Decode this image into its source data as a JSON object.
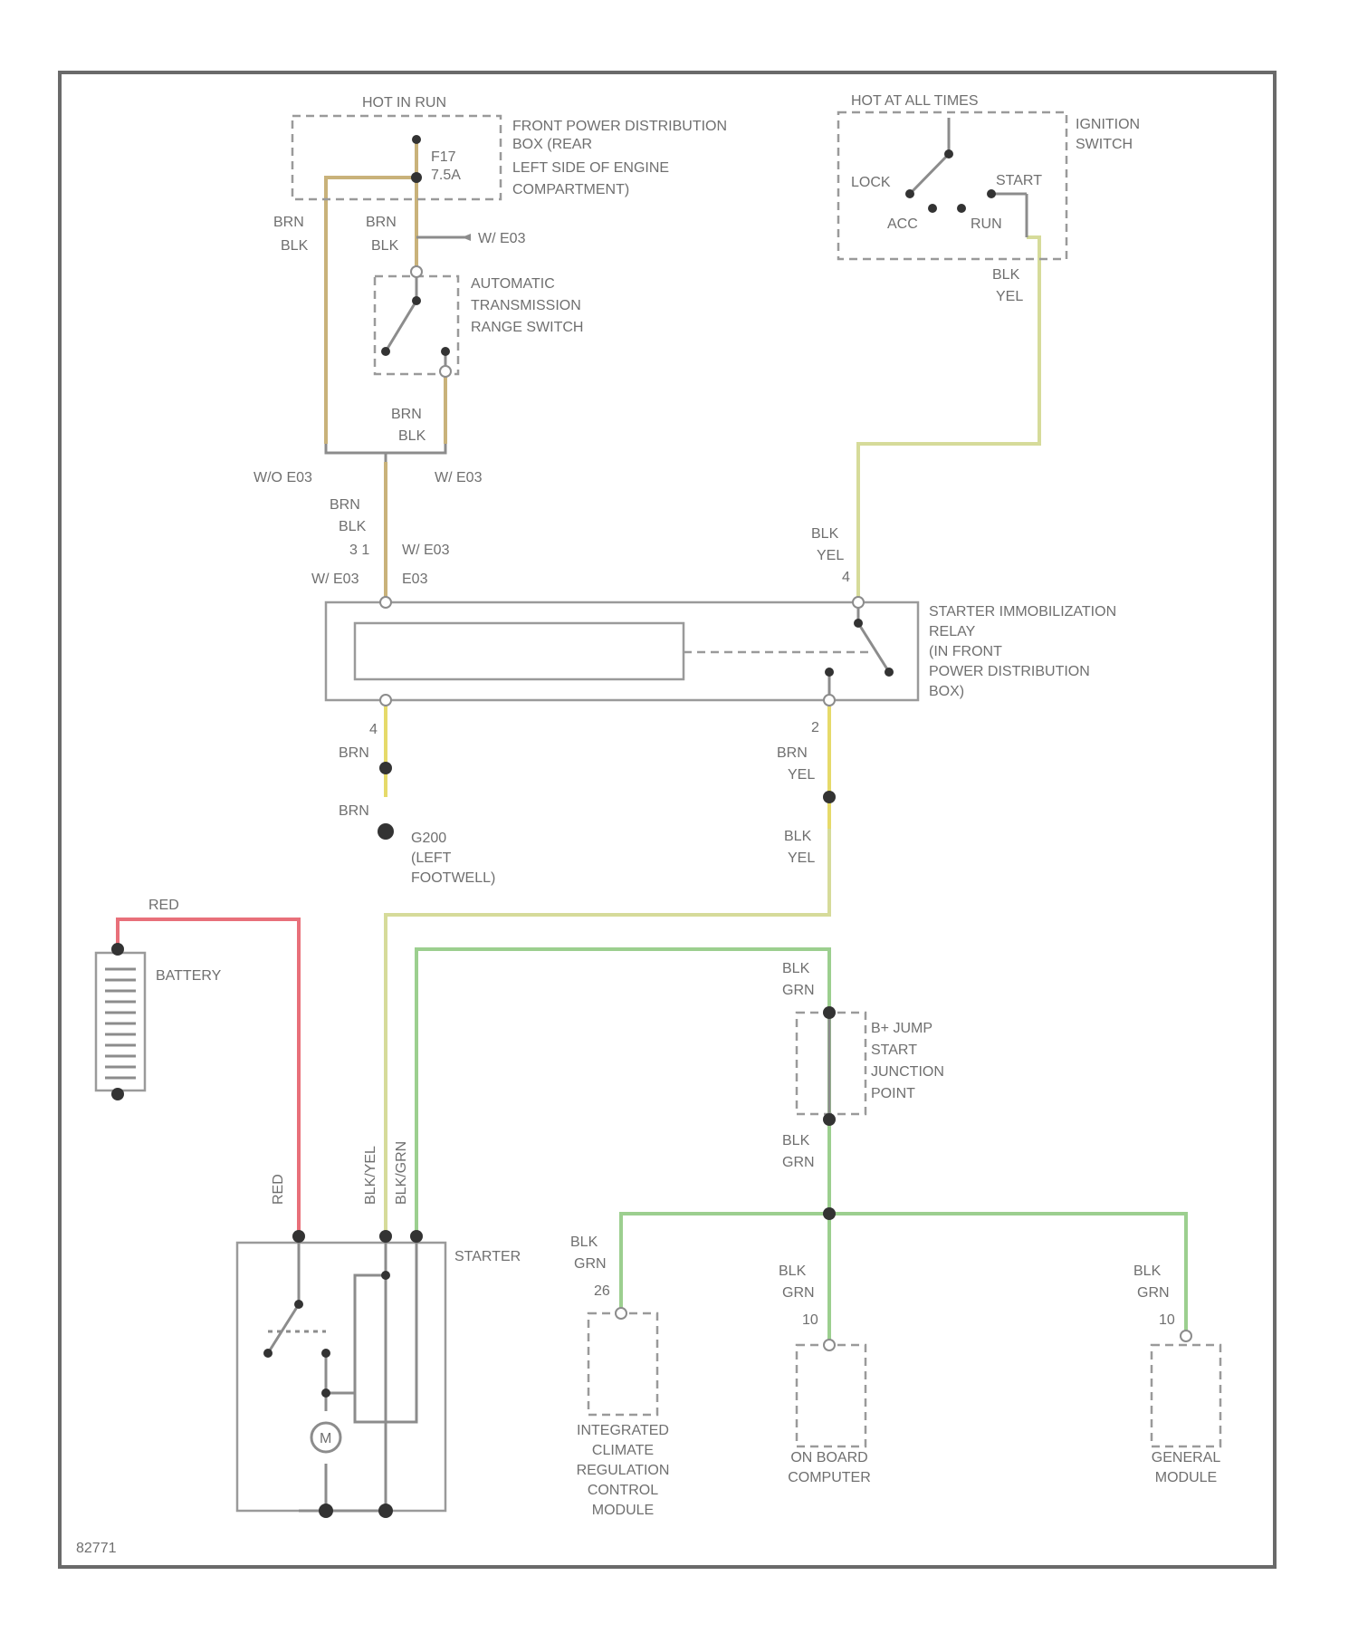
{
  "colors": {
    "tan": "#c9b27a",
    "yellow_green": "#d6db9a",
    "green": "#9ccf8f",
    "red": "#e8707a",
    "yellow": "#e6da6a",
    "wire_gray": "#8c8c8c",
    "frame": "#6a6a6a"
  },
  "labels": {
    "hot_in_run": "HOT IN RUN",
    "hot_at_all_times": "HOT AT ALL TIMES",
    "fuse_box": [
      "FRONT POWER DISTRIBUTION",
      "BOX (REAR",
      "LEFT SIDE OF ENGINE",
      "COMPARTMENT)"
    ],
    "fuse_id": "F17",
    "fuse_amp": "7.5A",
    "ignition_switch": [
      "IGNITION",
      "SWITCH"
    ],
    "ign_lock": "LOCK",
    "ign_start": "START",
    "ign_acc": "ACC",
    "ign_run": "RUN",
    "trans_switch": [
      "AUTOMATIC",
      "TRANSMISSION",
      "RANGE SWITCH"
    ],
    "w_e03_top": "W/ E03",
    "wo_e03": "W/O E03",
    "w_e03_right": "W/ E03",
    "w_e03_lower": "W/ E03",
    "e03": "E03",
    "pins_3_1": "3  1",
    "relay": [
      "STARTER IMMOBILIZATION",
      "RELAY",
      "(IN FRONT",
      "POWER DISTRIBUTION",
      "BOX)"
    ],
    "pin_4": "4",
    "pin_4b": "4",
    "pin_2": "2",
    "pin_26": "26",
    "pin_10": "10",
    "pin_10b": "10",
    "ground": [
      "G200",
      "(LEFT",
      "FOOTWELL)"
    ],
    "battery": "BATTERY",
    "red": "RED",
    "starter": "STARTER",
    "jump_point": [
      "B+ JUMP",
      "START",
      "JUNCTION",
      "POINT"
    ],
    "icrc": [
      "INTEGRATED",
      "CLIMATE",
      "REGULATION",
      "CONTROL",
      "MODULE"
    ],
    "obc": [
      "ON BOARD",
      "COMPUTER"
    ],
    "gm": [
      "GENERAL",
      "MODULE"
    ],
    "brn_blk": "BRN / BLK",
    "brn": "BRN",
    "blk": "BLK",
    "yel": "YEL",
    "grn": "GRN",
    "blk_yel_v": "BLK/YEL",
    "blk_grn_v": "BLK/GRN",
    "red_v": "RED",
    "motor": "M",
    "ref": "82771"
  }
}
